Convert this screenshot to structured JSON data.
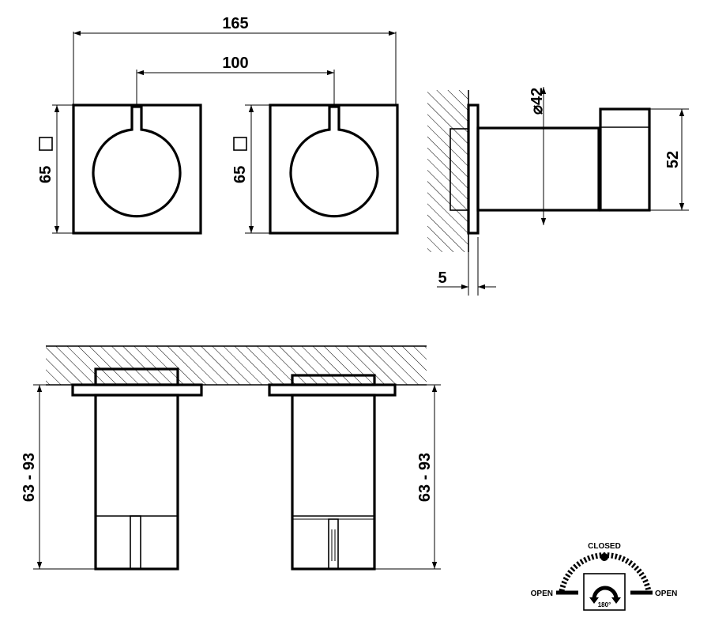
{
  "dimensions": {
    "overall_width": "165",
    "center_distance": "100",
    "plate_left_size": "65",
    "plate_right_size": "65",
    "diameter": "42",
    "height": "52",
    "plate_thickness": "5",
    "depth_left": "63 - 93",
    "depth_right": "63 - 93"
  },
  "rotation_diagram": {
    "closed_label": "CLOSED",
    "open_left_label": "OPEN",
    "open_right_label": "OPEN",
    "angle_label": "180°"
  }
}
